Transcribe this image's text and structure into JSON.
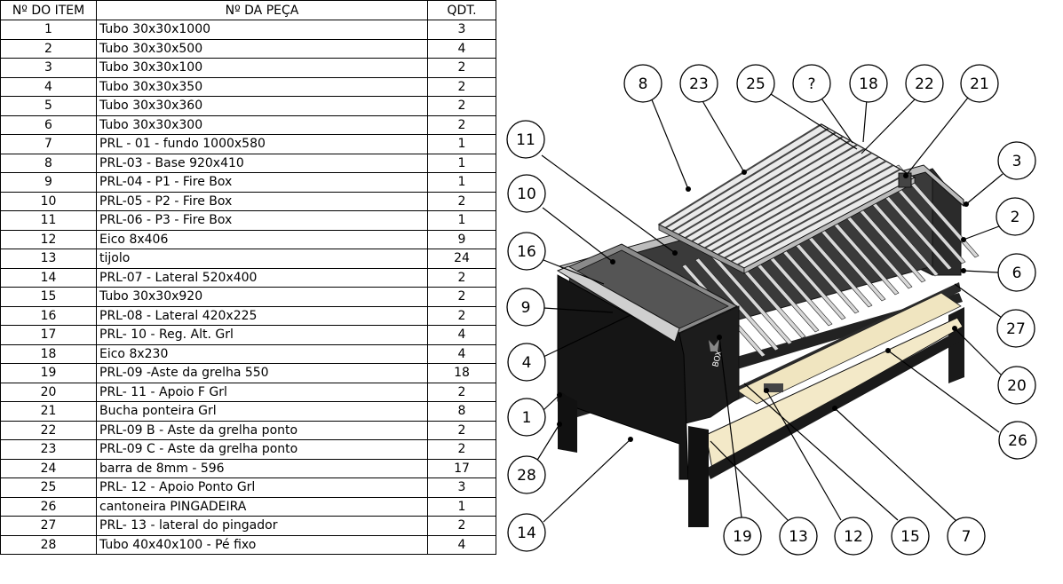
{
  "table": {
    "headers": [
      "Nº DO ITEM",
      "Nº DA PEÇA",
      "QDT."
    ],
    "rows": [
      {
        "item": "1",
        "part": "Tubo 30x30x1000",
        "qty": "3"
      },
      {
        "item": "2",
        "part": "Tubo 30x30x500",
        "qty": "4"
      },
      {
        "item": "3",
        "part": "Tubo 30x30x100",
        "qty": "2"
      },
      {
        "item": "4",
        "part": "Tubo 30x30x350",
        "qty": "2"
      },
      {
        "item": "5",
        "part": "Tubo 30x30x360",
        "qty": "2"
      },
      {
        "item": "6",
        "part": "Tubo 30x30x300",
        "qty": "2"
      },
      {
        "item": "7",
        "part": "PRL - 01 - fundo 1000x580",
        "qty": "1"
      },
      {
        "item": "8",
        "part": "PRL-03 - Base 920x410",
        "qty": "1"
      },
      {
        "item": "9",
        "part": "PRL-04 - P1 - Fire Box",
        "qty": "1"
      },
      {
        "item": "10",
        "part": "PRL-05 - P2 - Fire Box",
        "qty": "2"
      },
      {
        "item": "11",
        "part": "PRL-06 - P3 - Fire Box",
        "qty": "1"
      },
      {
        "item": "12",
        "part": "Eico 8x406",
        "qty": "9"
      },
      {
        "item": "13",
        "part": "tijolo",
        "qty": "24"
      },
      {
        "item": "14",
        "part": "PRL-07 - Lateral 520x400",
        "qty": "2"
      },
      {
        "item": "15",
        "part": "Tubo 30x30x920",
        "qty": "2"
      },
      {
        "item": "16",
        "part": "PRL-08 - Lateral 420x225",
        "qty": "2"
      },
      {
        "item": "17",
        "part": "PRL- 10 - Reg. Alt. Grl",
        "qty": "4"
      },
      {
        "item": "18",
        "part": "Eico 8x230",
        "qty": "4"
      },
      {
        "item": "19",
        "part": "PRL-09 -Aste da grelha 550",
        "qty": "18"
      },
      {
        "item": "20",
        "part": "PRL- 11 - Apoio F Grl",
        "qty": "2"
      },
      {
        "item": "21",
        "part": "Bucha ponteira Grl",
        "qty": "8"
      },
      {
        "item": "22",
        "part": "PRL-09 B - Aste da grelha ponto",
        "qty": "2"
      },
      {
        "item": "23",
        "part": "PRL-09 C - Aste da grelha ponto",
        "qty": "2"
      },
      {
        "item": "24",
        "part": "barra de 8mm - 596",
        "qty": "17"
      },
      {
        "item": "25",
        "part": "PRL- 12 - Apoio Ponto Grl",
        "qty": "3"
      },
      {
        "item": "26",
        "part": "cantoneira PINGADEIRA",
        "qty": "1"
      },
      {
        "item": "27",
        "part": "PRL- 13 - lateral do pingador",
        "qty": "2"
      },
      {
        "item": "28",
        "part": "Tubo 40x40x100 - Pé fixo",
        "qty": "4"
      }
    ]
  },
  "diagram": {
    "balloons": [
      {
        "id": "b8",
        "label": "8"
      },
      {
        "id": "b23",
        "label": "23"
      },
      {
        "id": "b25",
        "label": "25"
      },
      {
        "id": "bq",
        "label": "?"
      },
      {
        "id": "b18",
        "label": "18"
      },
      {
        "id": "b22",
        "label": "22"
      },
      {
        "id": "b21",
        "label": "21"
      },
      {
        "id": "b11",
        "label": "11"
      },
      {
        "id": "b3",
        "label": "3"
      },
      {
        "id": "b10",
        "label": "10"
      },
      {
        "id": "b2",
        "label": "2"
      },
      {
        "id": "b16",
        "label": "16"
      },
      {
        "id": "b6",
        "label": "6"
      },
      {
        "id": "b9",
        "label": "9"
      },
      {
        "id": "b27",
        "label": "27"
      },
      {
        "id": "b4",
        "label": "4"
      },
      {
        "id": "b20",
        "label": "20"
      },
      {
        "id": "b1",
        "label": "1"
      },
      {
        "id": "b26",
        "label": "26"
      },
      {
        "id": "b28",
        "label": "28"
      },
      {
        "id": "b14",
        "label": "14"
      },
      {
        "id": "b19",
        "label": "19"
      },
      {
        "id": "b13",
        "label": "13"
      },
      {
        "id": "b12",
        "label": "12"
      },
      {
        "id": "b15",
        "label": "15"
      },
      {
        "id": "b7",
        "label": "7"
      }
    ],
    "logo_text": "BOX"
  }
}
